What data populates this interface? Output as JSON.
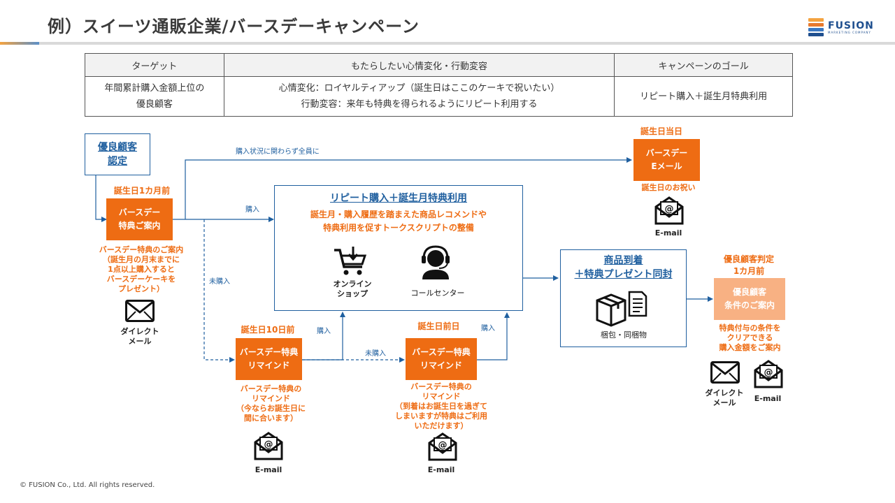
{
  "title": "例）スイーツ通販企業/バースデーキャンペーン",
  "logo": {
    "name": "FUSION",
    "sub": "MARKETING COMPANY"
  },
  "table": {
    "headers": [
      "ターゲット",
      "もたらしたい心情変化・行動変容",
      "キャンペーンのゴール"
    ],
    "target": [
      "年間累計購入金額上位の",
      "優良顧客"
    ],
    "change": [
      "心情変化：ロイヤルティアップ（誕生日はここのケーキで祝いたい）",
      "行動変容：来年も特典を得られるようにリピート利用する"
    ],
    "goal": "リピート購入＋誕生月特典利用"
  },
  "flow": {
    "start": [
      "優良顧客",
      "認定"
    ],
    "month_label": "誕生日1カ月前",
    "month_box": [
      "バースデー",
      "特典ご案内"
    ],
    "month_desc": [
      "バースデー特典のご案内",
      "（誕生月の月末までに",
      "1点以上購入すると",
      "バースデーケーキを",
      "プレゼント）"
    ],
    "dm_label": [
      "ダイレクト",
      "メール"
    ],
    "all_members": "購入状況に関わらず全員に",
    "purchase": "購入",
    "not_purchased": "未購入",
    "day_label": "誕生日当日",
    "day_box": [
      "バースデー",
      "Eメール"
    ],
    "day_desc": "誕生日のお祝い",
    "email": "E-mail",
    "center_title": "リピート購入＋誕生月特典利用",
    "center_desc": [
      "誕生月・購入履歴を踏まえた商品レコメンドや",
      "特典利用を促すトークスクリプトの整備"
    ],
    "shop_label": [
      "オンライン",
      "ショップ"
    ],
    "call_label": "コールセンター",
    "d10_label": "誕生日10日前",
    "d10_box": [
      "バースデー特典",
      "リマインド"
    ],
    "d10_desc": [
      "バースデー特典の",
      "リマインド",
      "（今ならお誕生日に",
      "間に合います）"
    ],
    "d1_label": "誕生日前日",
    "d1_box": [
      "バースデー特典",
      "リマインド"
    ],
    "d1_desc": [
      "バースデー特典の",
      "リマインド",
      "（到着はお誕生日を過ぎて",
      "しまいますが特典はご利用",
      "いただけます）"
    ],
    "arrive_title": [
      "商品到着",
      "＋特典プレゼント同封"
    ],
    "pack_label": "梱包・同梱物",
    "judge_label": [
      "優良顧客判定",
      "1カ月前"
    ],
    "judge_box": [
      "優良顧客",
      "条件のご案内"
    ],
    "judge_desc": [
      "特典付与の条件を",
      "クリアできる",
      "購入金額をご案内"
    ]
  },
  "colors": {
    "orange": "#ee6c13",
    "orange_light": "#f8b183",
    "blue": "#1f5f9f"
  },
  "copyright": "© FUSION Co., Ltd. All rights reserved."
}
